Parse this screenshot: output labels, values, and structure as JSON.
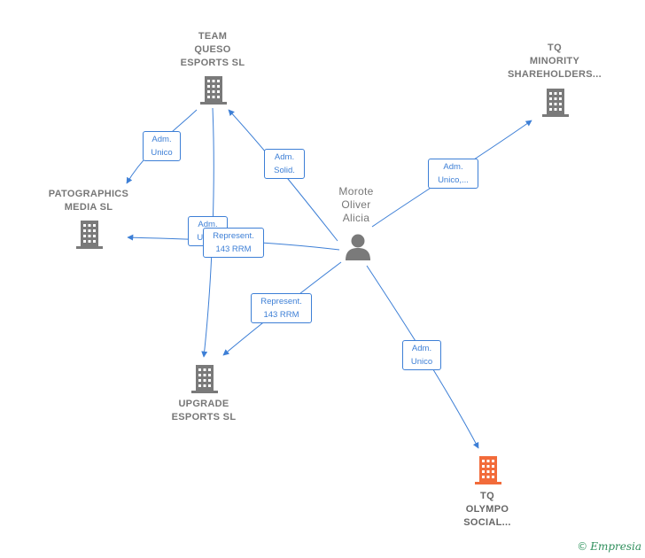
{
  "person": {
    "name": "Morote\nOliver\nAlicia"
  },
  "companies": {
    "team_queso": "TEAM\nQUESO\nESPORTS  SL",
    "tq_minority": "TQ\nMINORITY\nSHAREHOLDERS...",
    "patographics": "PATOGRAPHICS\nMEDIA  SL",
    "upgrade": "UPGRADE\nESPORTS  SL",
    "tq_olympo": "TQ\nOLYMPO\nSOCIAL..."
  },
  "edges": {
    "queso_to_pato": "Adm.\nUnico",
    "person_to_queso": "Adm.\nSolid.",
    "person_to_minority": "Adm.\nUnico,...",
    "queso_to_upgrade": "Adm.\nUnico",
    "person_to_pato": "Represent.\n143 RRM",
    "person_to_upgrade": "Represent.\n143 RRM",
    "person_to_olympo": "Adm.\nUnico"
  },
  "colors": {
    "edge": "#3d7fd6",
    "building": "#7a7a7a",
    "highlight": "#f26b3a",
    "person": "#7a7a7a"
  },
  "brand": {
    "symbol": "©",
    "name": "Empresia"
  }
}
